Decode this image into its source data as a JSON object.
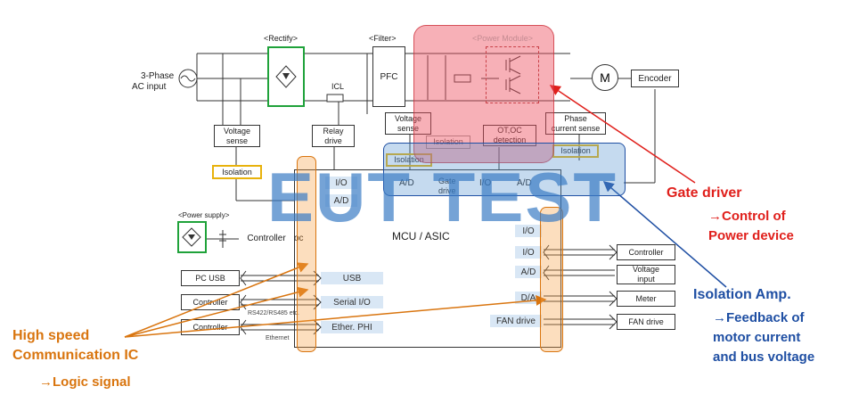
{
  "diagram": {
    "input_label_1": "3-Phase",
    "input_label_2": "AC input",
    "rectify": "<Rectify>",
    "filter": "<Filter>",
    "power_module": "<Power Module>",
    "pfc": "PFC",
    "icl": "ICL",
    "motor": "M",
    "encoder": "Encoder",
    "voltage_sense_1": "Voltage",
    "voltage_sense_2": "sense",
    "relay_drive_1": "Relay",
    "relay_drive_2": "drive",
    "voltage_sense_b_1": "Voltage",
    "voltage_sense_b_2": "sense",
    "isolation": "Isolation",
    "ot_oc_1": "OT,OC",
    "ot_oc_2": "detection",
    "phase_cs_1": "Phase",
    "phase_cs_2": "current sense",
    "isolation_left": "Isolation",
    "isolation_mid1": "Isolation",
    "isolation_mid2": "Isolation",
    "isolation_right": "Isolation",
    "ad_1": "A/D",
    "gate_drive_1": "Gate",
    "gate_drive_2": "drive",
    "io_1": "I/O",
    "ad_2": "A/D",
    "mcu_io": "I/O",
    "mcu_ad": "A/D",
    "power_supply": "<Power supply>",
    "controller_ps": "Controller",
    "mcu_title": "MCU / ASIC",
    "pc_usb": "PC USB",
    "usb": "USB",
    "controller_l1": "Controller",
    "serial_io": "Serial I/O",
    "rs_label": "RS422/RS485 etc.",
    "controller_l2": "Controller",
    "ether_phi": "Ether. PHI",
    "ethernet": "Ethernet",
    "r_io1": "I/O",
    "r_io2": "I/O",
    "r_ad": "A/D",
    "r_da": "D/A",
    "r_fan": "FAN drive",
    "ext_controller": "Controller",
    "ext_voltage_1": "Voltage",
    "ext_voltage_2": "input",
    "ext_meter": "Meter",
    "ext_fan": "FAN drive",
    "watermark": "EUT TEST",
    "ann_gate_title": "Gate driver",
    "ann_gate_1": "→Control of",
    "ann_gate_2": "Power device",
    "ann_iso_title": "Isolation Amp.",
    "ann_iso_1": "→Feedback of",
    "ann_iso_2": "motor current",
    "ann_iso_3": "and bus voltage",
    "ann_hs_1": "High speed",
    "ann_hs_2": "Communication  IC",
    "ann_hs_3": "→Logic signal"
  },
  "colors": {
    "gate_red": "#e0201c",
    "iso_blue": "#1f4fa3",
    "hs_orange": "#d9750f",
    "rectify_green": "#1fa23a",
    "isolation_yellow": "#e8b20c",
    "watermark_blue": "#3a7cc4"
  }
}
